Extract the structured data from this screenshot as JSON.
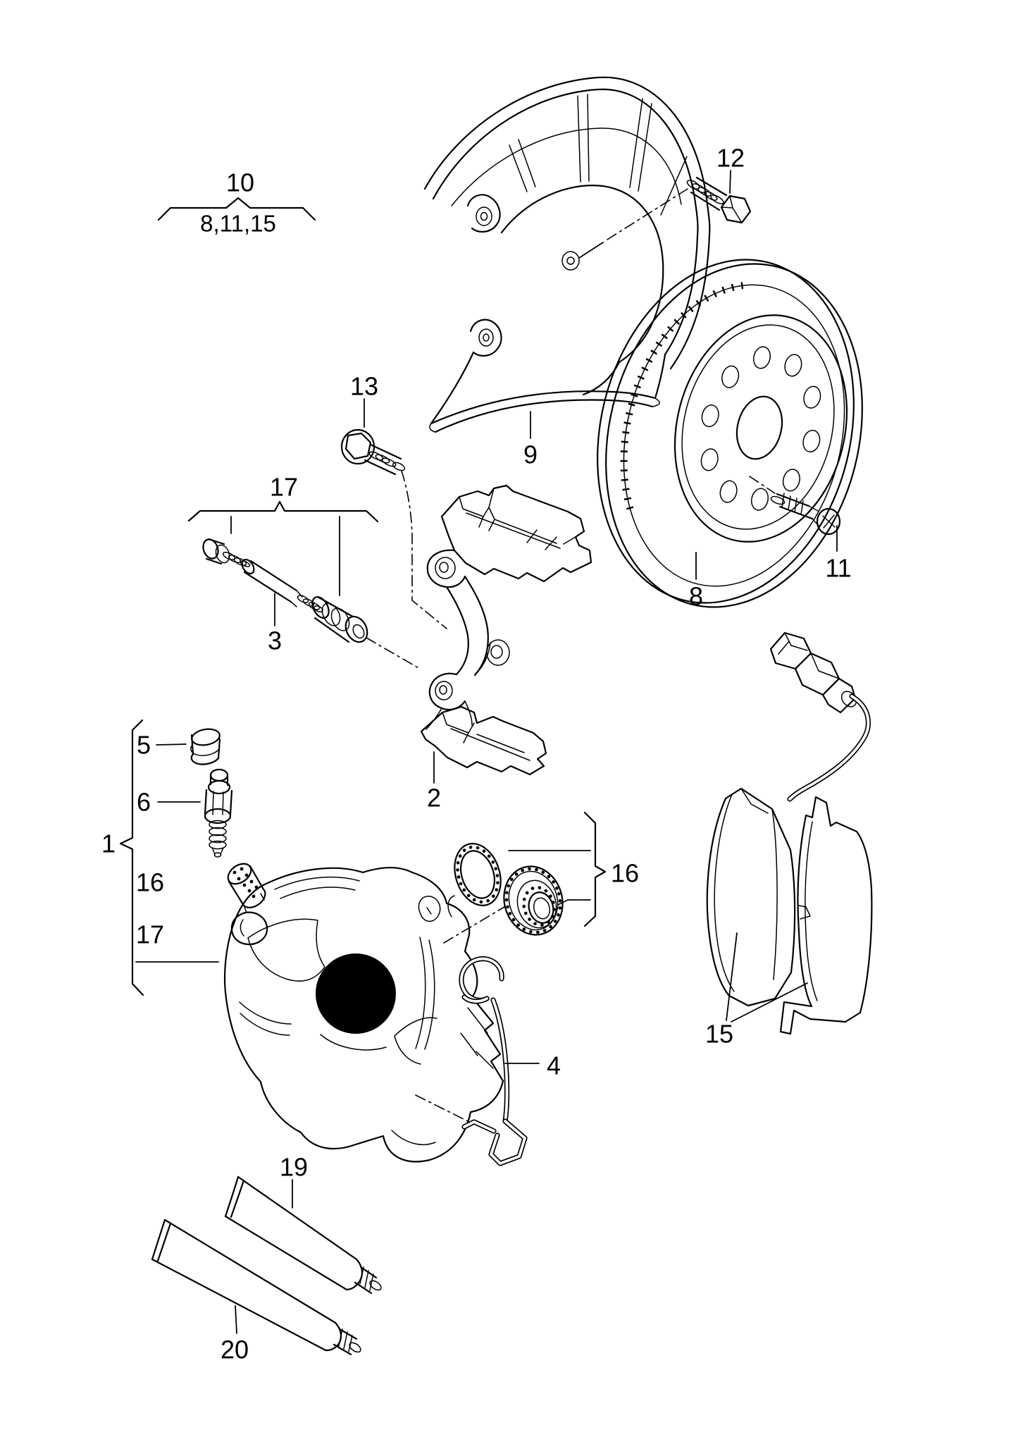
{
  "diagram": {
    "background_color": "#ffffff",
    "line_color": "#000000",
    "redaction_color": "#000000"
  },
  "callouts": {
    "group10": "10",
    "group10_members": "8,11,15",
    "shield": "9",
    "disc": "8",
    "disc_screw": "11",
    "shield_bolt": "12",
    "carrier_bolt": "13",
    "guide_pin_set": "17",
    "guide_pin": "3",
    "carrier": "2",
    "caliper_assembly": "1",
    "dust_cap": "5",
    "bleeder_valve": "6",
    "caliper_item16": "16",
    "caliper_item17": "17",
    "seal_kit": "16",
    "retaining_spring": "4",
    "brake_pads": "15",
    "grease_tube_upper": "19",
    "grease_tube_lower": "20"
  }
}
